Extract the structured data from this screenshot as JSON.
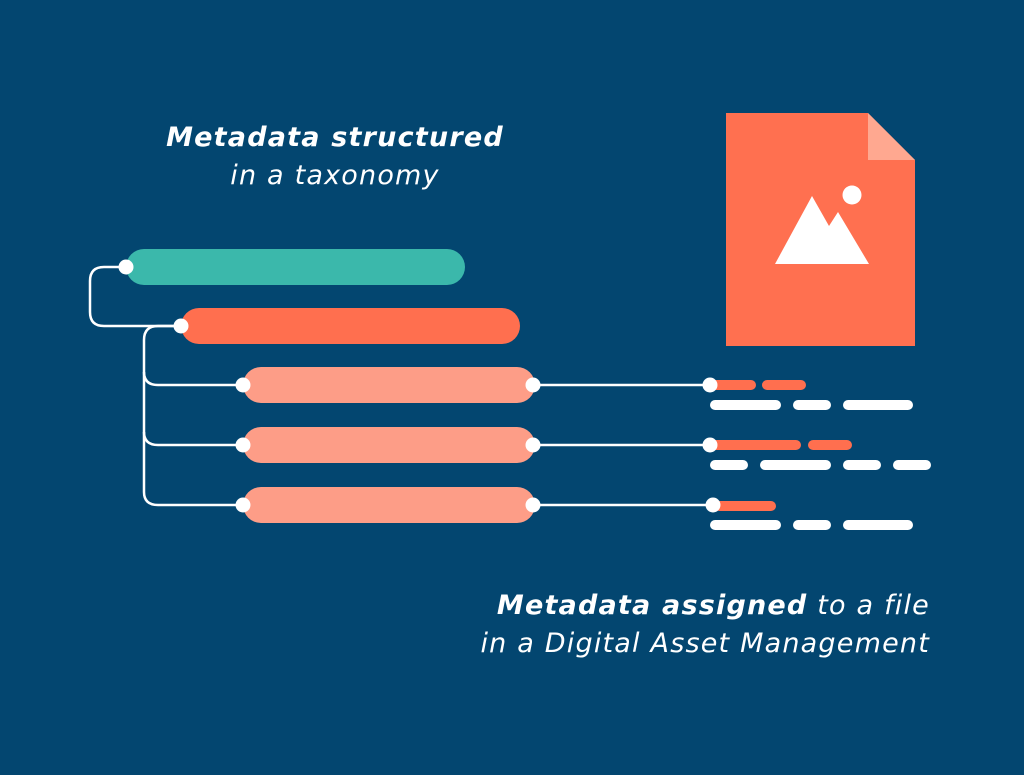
{
  "captions": {
    "taxonomy": {
      "bold": "Metadata structured",
      "line2": "in a taxonomy"
    },
    "dam": {
      "bold": "Metadata assigned",
      "rest": " to a file",
      "line2": "in a Digital Asset Management"
    }
  },
  "icons": {
    "file": "image-file-icon"
  },
  "colors": {
    "background": "#034670",
    "teal": "#3bb8ab",
    "orange": "#ff6f4f",
    "salmon": "#fd9d87",
    "file": "#ff7050",
    "file_fold": "#ffa890",
    "white": "#ffffff"
  }
}
